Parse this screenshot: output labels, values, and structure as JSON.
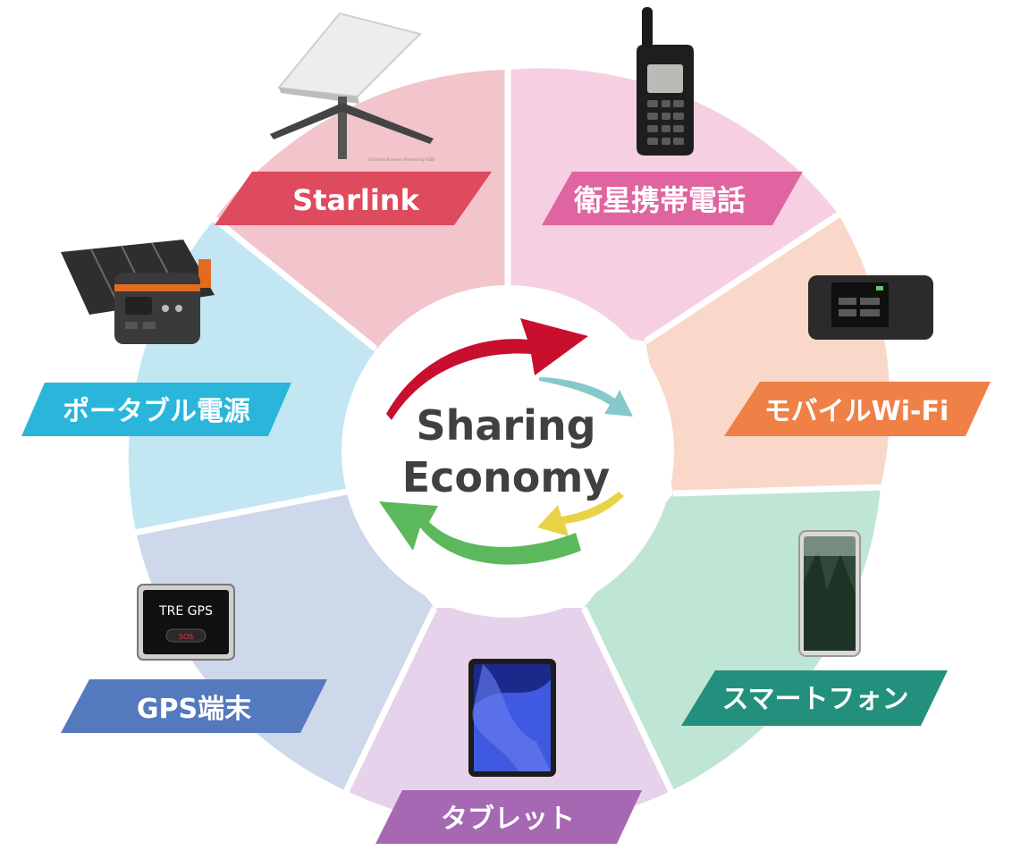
{
  "center": {
    "line1": "Sharing",
    "line2": "Economy"
  },
  "segments": [
    {
      "id": "starlink",
      "label": "Starlink",
      "color": "#f2c4cb",
      "label_color": "#de4a5e"
    },
    {
      "id": "satphone",
      "label": "衛星携帯電話",
      "color": "#f6d0e2",
      "label_color": "#e0649f"
    },
    {
      "id": "wifi",
      "label": "モバイルWi-Fi",
      "color": "#f9d8c9",
      "label_color": "#ef8147"
    },
    {
      "id": "smartphone",
      "label": "スマートフォン",
      "color": "#bfe5d4",
      "label_color": "#22907c"
    },
    {
      "id": "tablet",
      "label": "タブレット",
      "color": "#e6d2ea",
      "label_color": "#a668b2"
    },
    {
      "id": "gps",
      "label": "GPS端末",
      "color": "#cdd8eb",
      "label_color": "#5479be"
    },
    {
      "id": "power",
      "label": "ポータブル電源",
      "color": "#c3e6f3",
      "label_color": "#2ab6db"
    }
  ],
  "device_texts": {
    "gps_screen": "TRE GPS",
    "gps_button": "SOS"
  },
  "arrows": {
    "red": "#c8102e",
    "teal": "#86c9cb",
    "yellow": "#e9d247",
    "green": "#5cb85c"
  }
}
